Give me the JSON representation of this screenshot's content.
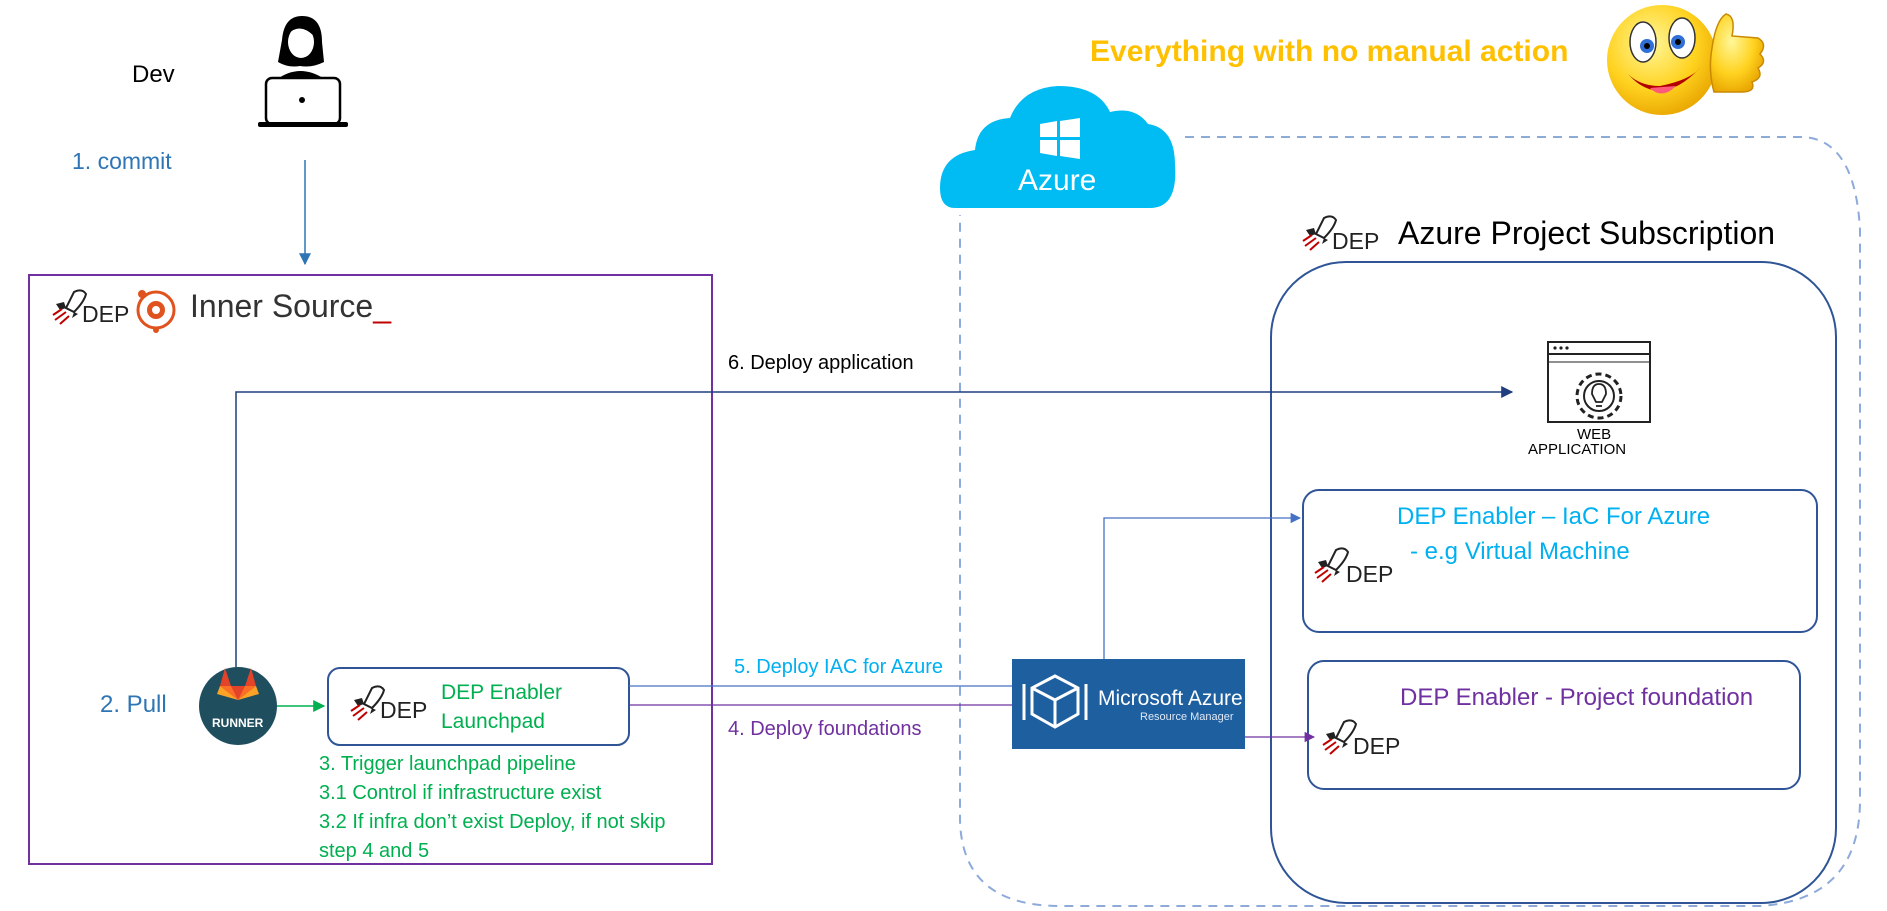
{
  "dev": {
    "label": "Dev"
  },
  "steps": {
    "commit": "1. commit",
    "pull": "2. Pull",
    "trigger": "3. Trigger launchpad pipeline",
    "control": "3.1 Control if infrastructure exist",
    "skip_line1": "3.2 If infra don’t exist Deploy, if not skip",
    "skip_line2": "step 4 and 5",
    "foundations": "4. Deploy foundations",
    "iac": "5. Deploy IAC for Azure",
    "deploy_app": "6. Deploy application"
  },
  "headline": "Everything with no manual action",
  "inner_source": {
    "title": "Inner Source",
    "underscore": "_"
  },
  "dep_logo": {
    "text": "DEP"
  },
  "runner": {
    "label": "RUNNER"
  },
  "launchpad": {
    "line1": "DEP Enabler",
    "line2": "Launchpad"
  },
  "azure_cloud": {
    "label": "Azure"
  },
  "subscription": {
    "title": "Azure Project Subscription"
  },
  "web_app": {
    "line1": "WEB",
    "line2": "APPLICATION"
  },
  "iac_box": {
    "line1": "DEP Enabler – IaC For Azure",
    "line2": "- e.g Virtual Machine"
  },
  "foundation_box": {
    "title": "DEP Enabler - Project foundation"
  },
  "arm": {
    "title": "Microsoft Azure",
    "subtitle": "Resource Manager"
  },
  "colors": {
    "blue_step": "#2e75b6",
    "green_step": "#00b050",
    "purple_step": "#7030a0",
    "cyan_step": "#00b0f0",
    "headline": "#ffc000",
    "inner_source_border": "#7030a0",
    "subscription_border": "#2f5597",
    "azure_cloud": "#00bcf2",
    "arm_bg": "#1e5fa0",
    "runner_bg": "#1f4e5f"
  }
}
